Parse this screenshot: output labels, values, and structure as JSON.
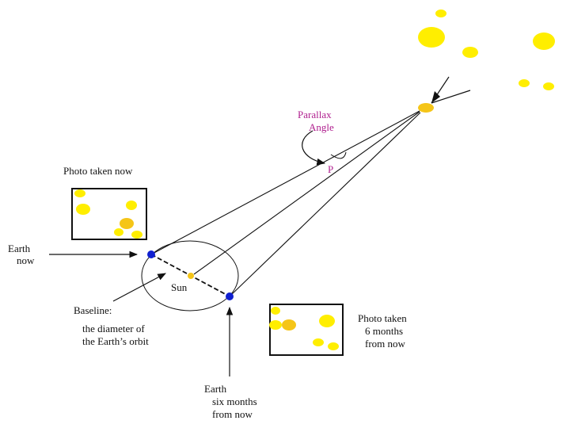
{
  "labels": {
    "parallax_line1": "Parallax",
    "parallax_line2": "Angle",
    "p_symbol": "P",
    "photo_now": "Photo taken now",
    "earth_now_line1": "Earth",
    "earth_now_line2": "now",
    "sun": "Sun",
    "baseline_title": "Baseline:",
    "baseline_line1": "the diameter of",
    "baseline_line2": "the Earth’s orbit",
    "photo_later_line1": "Photo taken",
    "photo_later_line2": "6 months",
    "photo_later_line3": "from now",
    "earth_later_line1": "Earth",
    "earth_later_line2": "six months",
    "earth_later_line3": "from now"
  },
  "colors": {
    "star_yellow": "#ffee00",
    "star_orange": "#f5c518",
    "earth_blue": "#1020d0",
    "angle_purple": "#b0208f",
    "line": "#111111"
  }
}
